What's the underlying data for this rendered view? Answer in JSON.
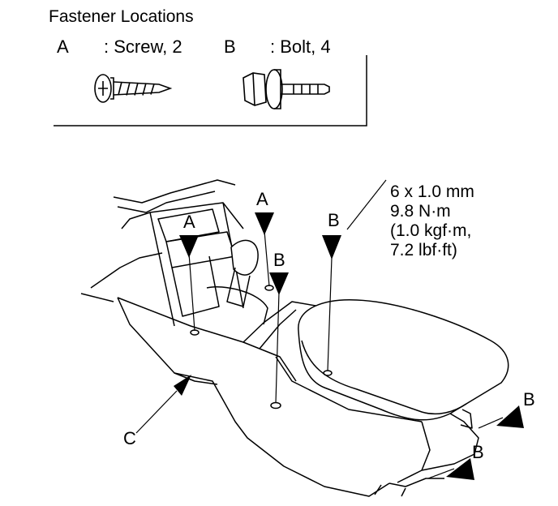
{
  "legend": {
    "title": "Fastener Locations",
    "items": [
      {
        "key": "A",
        "text": ": Screw, 2"
      },
      {
        "key": "B",
        "text": ": Bolt, 4"
      }
    ]
  },
  "torque_spec": {
    "lines": [
      "6 x 1.0 mm",
      "9.8 N·m",
      "(1.0 kgf·m,",
      "7.2 lbf·ft)"
    ]
  },
  "callouts": {
    "a_left": "A",
    "a_mid": "A",
    "b_mid": "B",
    "b_top": "B",
    "b_right": "B",
    "b_bottom": "B",
    "c": "C"
  }
}
